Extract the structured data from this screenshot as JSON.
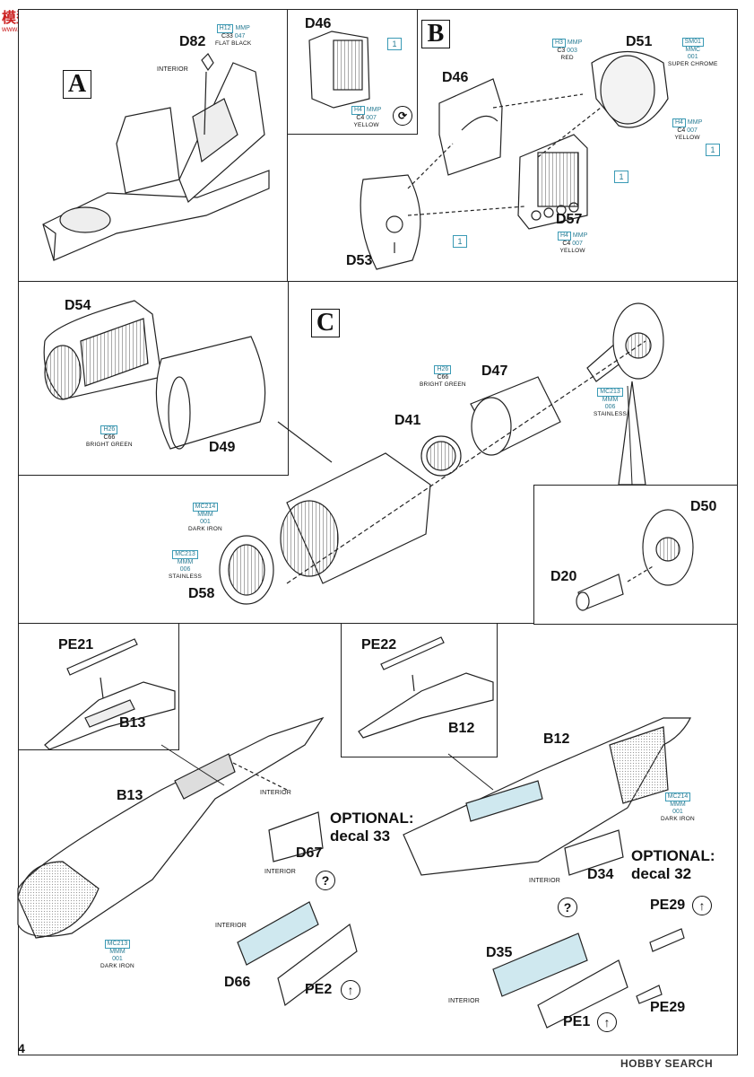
{
  "watermark_top": {
    "top_text": "模型网",
    "bottom_text": "www.moxing.net"
  },
  "watermark_bottom": "HOBBY SEARCH",
  "page_number": "4",
  "steps": {
    "a": "A",
    "b": "B",
    "c": "C"
  },
  "step_a": {
    "part_d82": "D82",
    "label_interior": "INTERIOR",
    "paint": {
      "h": "H12",
      "mmp": "MMP",
      "c": "C33",
      "n": "047",
      "name": "FLAT BLACK"
    }
  },
  "step_b_inset": {
    "part_d46": "D46",
    "ref": "1",
    "paint": {
      "h": "H4",
      "mmp": "MMP",
      "c": "C4",
      "n": "007",
      "name": "YELLOW"
    }
  },
  "step_b": {
    "parts": {
      "d51": "D51",
      "d46": "D46",
      "d57": "D57",
      "d53": "D53"
    },
    "refs": [
      "1",
      "1",
      "1"
    ],
    "paint_red": {
      "h": "H3",
      "mmp": "MMP",
      "c": "C3",
      "n": "003",
      "name": "RED"
    },
    "paint_chrome": {
      "sm": "SM01",
      "mmc": "MMC",
      "n": "001",
      "name": "SUPER CHROME"
    },
    "paint_yellow_1": {
      "h": "H4",
      "mmp": "MMP",
      "c": "C4",
      "n": "007",
      "name": "YELLOW"
    },
    "paint_yellow_2": {
      "h": "H4",
      "mmp": "MMP",
      "c": "C4",
      "n": "007",
      "name": "YELLOW"
    }
  },
  "step_c_inset": {
    "parts": {
      "d54": "D54",
      "d49": "D49"
    },
    "paint": {
      "h": "H26",
      "c": "C66",
      "name": "BRIGHT GREEN"
    }
  },
  "step_c": {
    "parts": {
      "d47": "D47",
      "d41": "D41",
      "d58": "D58"
    },
    "paint_green": {
      "h": "H26",
      "c": "C66",
      "name": "BRIGHT GREEN"
    },
    "paint_stainless_1": {
      "mc": "MC213",
      "mmm": "MMM",
      "n": "006",
      "name": "STAINLESS"
    },
    "paint_dark_iron": {
      "mc": "MC214",
      "mmm": "MMM",
      "n": "001",
      "name": "DARK IRON"
    },
    "paint_stainless_2": {
      "mc": "MC213",
      "mmm": "MMM",
      "n": "006",
      "name": "STAINLESS"
    }
  },
  "step_c_detail": {
    "parts": {
      "d50": "D50",
      "d20": "D20"
    }
  },
  "bottom_left": {
    "inset_parts": {
      "pe21": "PE21",
      "b13": "B13"
    },
    "parts": {
      "b13": "B13",
      "d67": "D67",
      "d66": "D66",
      "pe2": "PE2"
    },
    "label_interior_1": "INTERIOR",
    "label_interior_2": "INTERIOR",
    "label_interior_3": "INTERIOR",
    "optional": "OPTIONAL:",
    "decal": "decal 33",
    "question": "?",
    "flip_icon": "↑",
    "paint_dark_iron": {
      "mc": "MC213",
      "mmm": "MMM",
      "n": "001",
      "name": "DARK IRON"
    }
  },
  "bottom_right": {
    "inset_parts": {
      "pe22": "PE22",
      "b12": "B12"
    },
    "parts": {
      "b12": "B12",
      "d34": "D34",
      "d35": "D35",
      "pe1": "PE1",
      "pe29_a": "PE29",
      "pe29_b": "PE29"
    },
    "label_interior_1": "INTERIOR",
    "label_interior_2": "INTERIOR",
    "optional": "OPTIONAL:",
    "decal": "decal 32",
    "question": "?",
    "flip_icon": "↑",
    "paint_dark_iron": {
      "mc": "MC214",
      "mmm": "MMM",
      "n": "001",
      "name": "DARK IRON"
    }
  }
}
